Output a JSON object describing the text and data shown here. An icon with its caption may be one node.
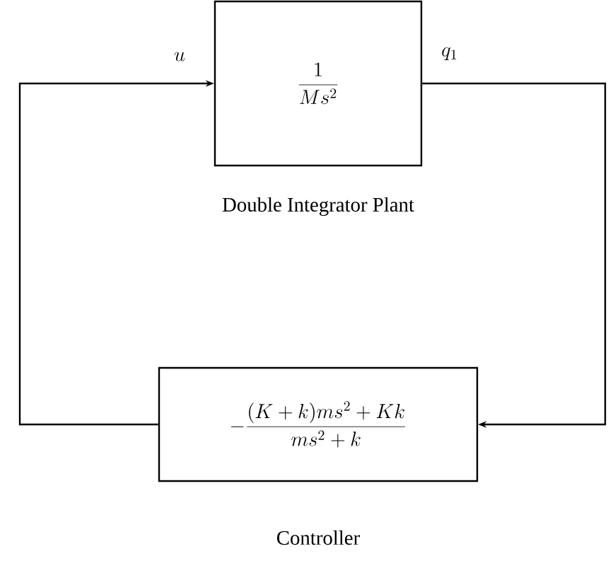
{
  "diagram": {
    "nodes": [
      {
        "text": [
          "\\frac{1}{Ms^2}"
        ],
        "beside": [
          "Double Integrator Plant"
        ]
      },
      {
        "text": [
          "-\\frac{(K+k)ms^2+Kk}{ms^2+k}"
        ],
        "beside": [
          "Controller"
        ]
      }
    ],
    "edges": [
      {
        "from": 0,
        "to": 1,
        "arrow": "to",
        "label": "q_1"
      },
      {
        "from": 1,
        "to": 0,
        "arrow": "to",
        "label": "u"
      }
    ]
  }
}
